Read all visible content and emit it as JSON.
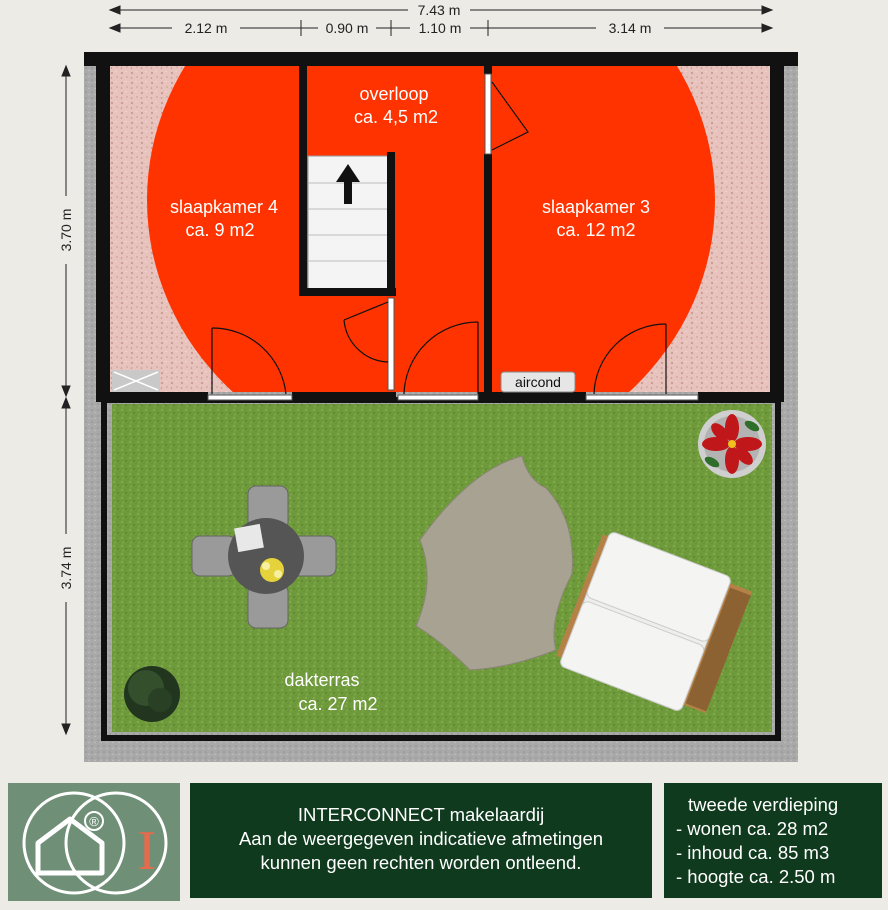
{
  "dimensions": {
    "total_width": "7.43 m",
    "segments": [
      "2.12 m",
      "0.90 m",
      "1.10 m",
      "3.14 m"
    ],
    "height_top": "3.70 m",
    "height_bottom": "3.74 m"
  },
  "rooms": {
    "overloop": {
      "name": "overloop",
      "area": "ca. 4,5 m2"
    },
    "slaapkamer4": {
      "name": "slaapkamer 4",
      "area": "ca. 9 m2"
    },
    "slaapkamer3": {
      "name": "slaapkamer 3",
      "area": "ca. 12 m2"
    },
    "dakterras": {
      "name": "dakterras",
      "area": "ca. 27 m2"
    },
    "aircond": "aircond"
  },
  "agency": {
    "name": "INTERCONNECT makelaardij",
    "disclaimer_1": "Aan de weergegeven indicatieve afmetingen",
    "disclaimer_2": "kunnen geen rechten worden ontleend."
  },
  "floor_info": {
    "title": "tweede verdieping",
    "living": "- wonen ca. 28 m2",
    "volume": "- inhoud ca. 85 m3",
    "height": "- hoogte ca. 2.50 m"
  },
  "logo": {
    "registered": "®",
    "letter": "I"
  },
  "colors": {
    "room_fill": "#ff3300",
    "grass": "#6f9a3c",
    "gravel": "#e8c2bc",
    "wall": "#111111",
    "footer": "#0f3a1e"
  }
}
